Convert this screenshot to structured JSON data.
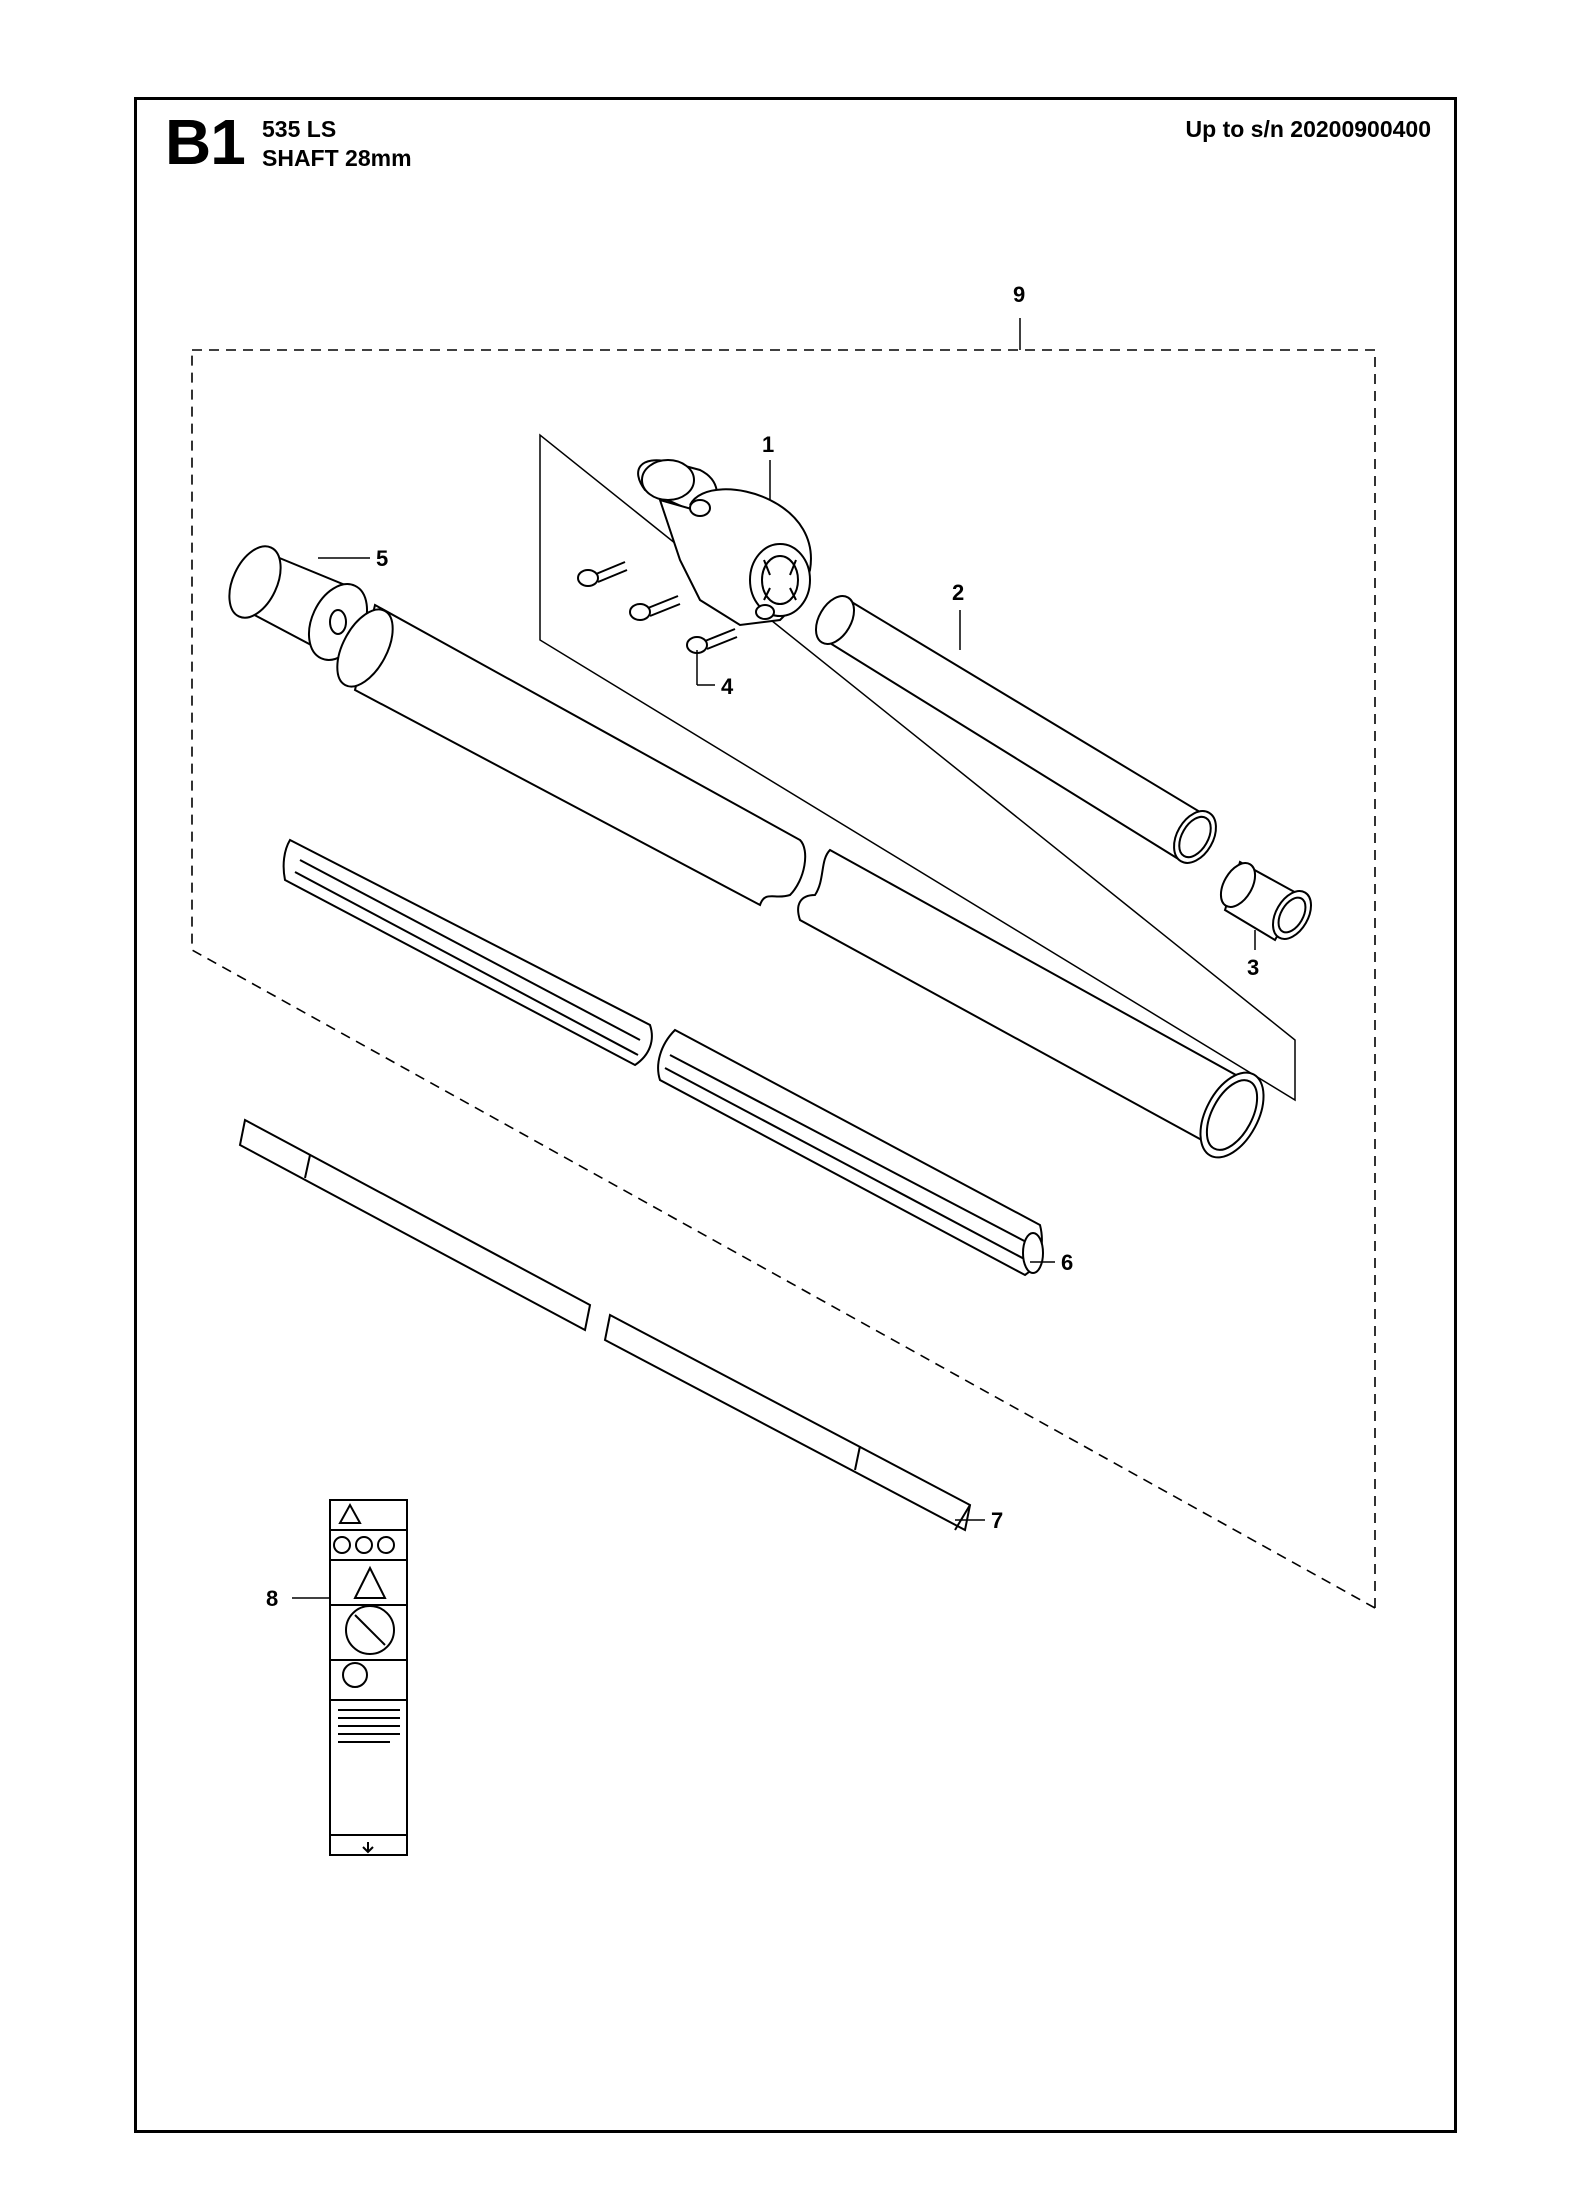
{
  "header": {
    "section_code": "B1",
    "model": "535 LS",
    "subtitle": "SHAFT 28mm",
    "serial_range": "Up to s/n 20200900400"
  },
  "callouts": {
    "c1": "1",
    "c2": "2",
    "c3": "3",
    "c4": "4",
    "c5": "5",
    "c6": "6",
    "c7": "7",
    "c8": "8",
    "c9": "9"
  }
}
